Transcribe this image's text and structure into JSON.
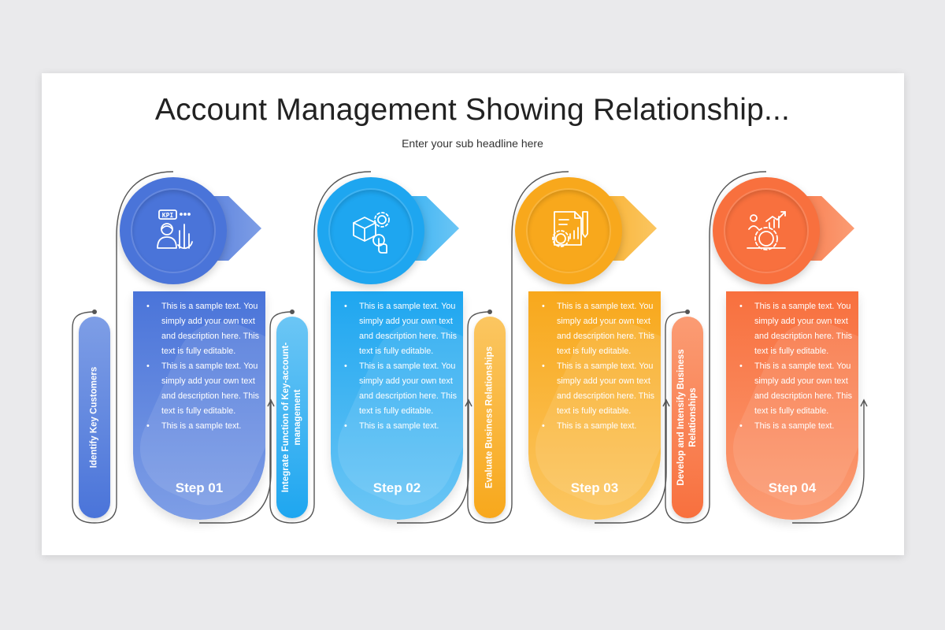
{
  "title": "Account Management Showing Relationship...",
  "subtitle": "Enter your sub headline here",
  "steps": [
    {
      "step_label": "Step 01",
      "side_label": "Identify Key Customers",
      "color_main": "#4a74d9",
      "color_light": "#7e9ee6",
      "icon": "kpi-person-icon",
      "bullets": [
        "This is a sample text. You simply add your own text and description here. This text is fully editable.",
        "This is a sample text. You simply add your own text and description here. This text is fully editable.",
        "This is a sample text."
      ]
    },
    {
      "step_label": "Step 02",
      "side_label": "Integrate Function of Key-account-management",
      "color_main": "#1ea6f0",
      "color_light": "#6cc6f5",
      "icon": "box-gear-hand-icon",
      "bullets": [
        "This is a sample text. You simply add your own text and description here. This text is fully editable.",
        "This is a sample text. You simply add your own text and description here. This text is fully editable.",
        "This is a sample text."
      ]
    },
    {
      "step_label": "Step 03",
      "side_label": "Evaluate Business Relationships",
      "color_main": "#f8a81c",
      "color_light": "#fbc661",
      "icon": "document-chart-gear-icon",
      "bullets": [
        "This is a sample text. You simply add your own text and description here. This text is fully editable.",
        "This is a sample text. You simply add your own text and description here. This text is fully editable.",
        "This is a sample text."
      ]
    },
    {
      "step_label": "Step 04",
      "side_label": "Develop and Intensify Business Relationships",
      "color_main": "#f8703e",
      "color_light": "#fb9c74",
      "icon": "growth-chart-gear-icon",
      "bullets": [
        "This is a sample text. You simply add your own text and description here. This text is fully editable.",
        "This is a sample text. You simply add your own text and description here. This text is fully editable.",
        "This is a sample text."
      ]
    }
  ]
}
